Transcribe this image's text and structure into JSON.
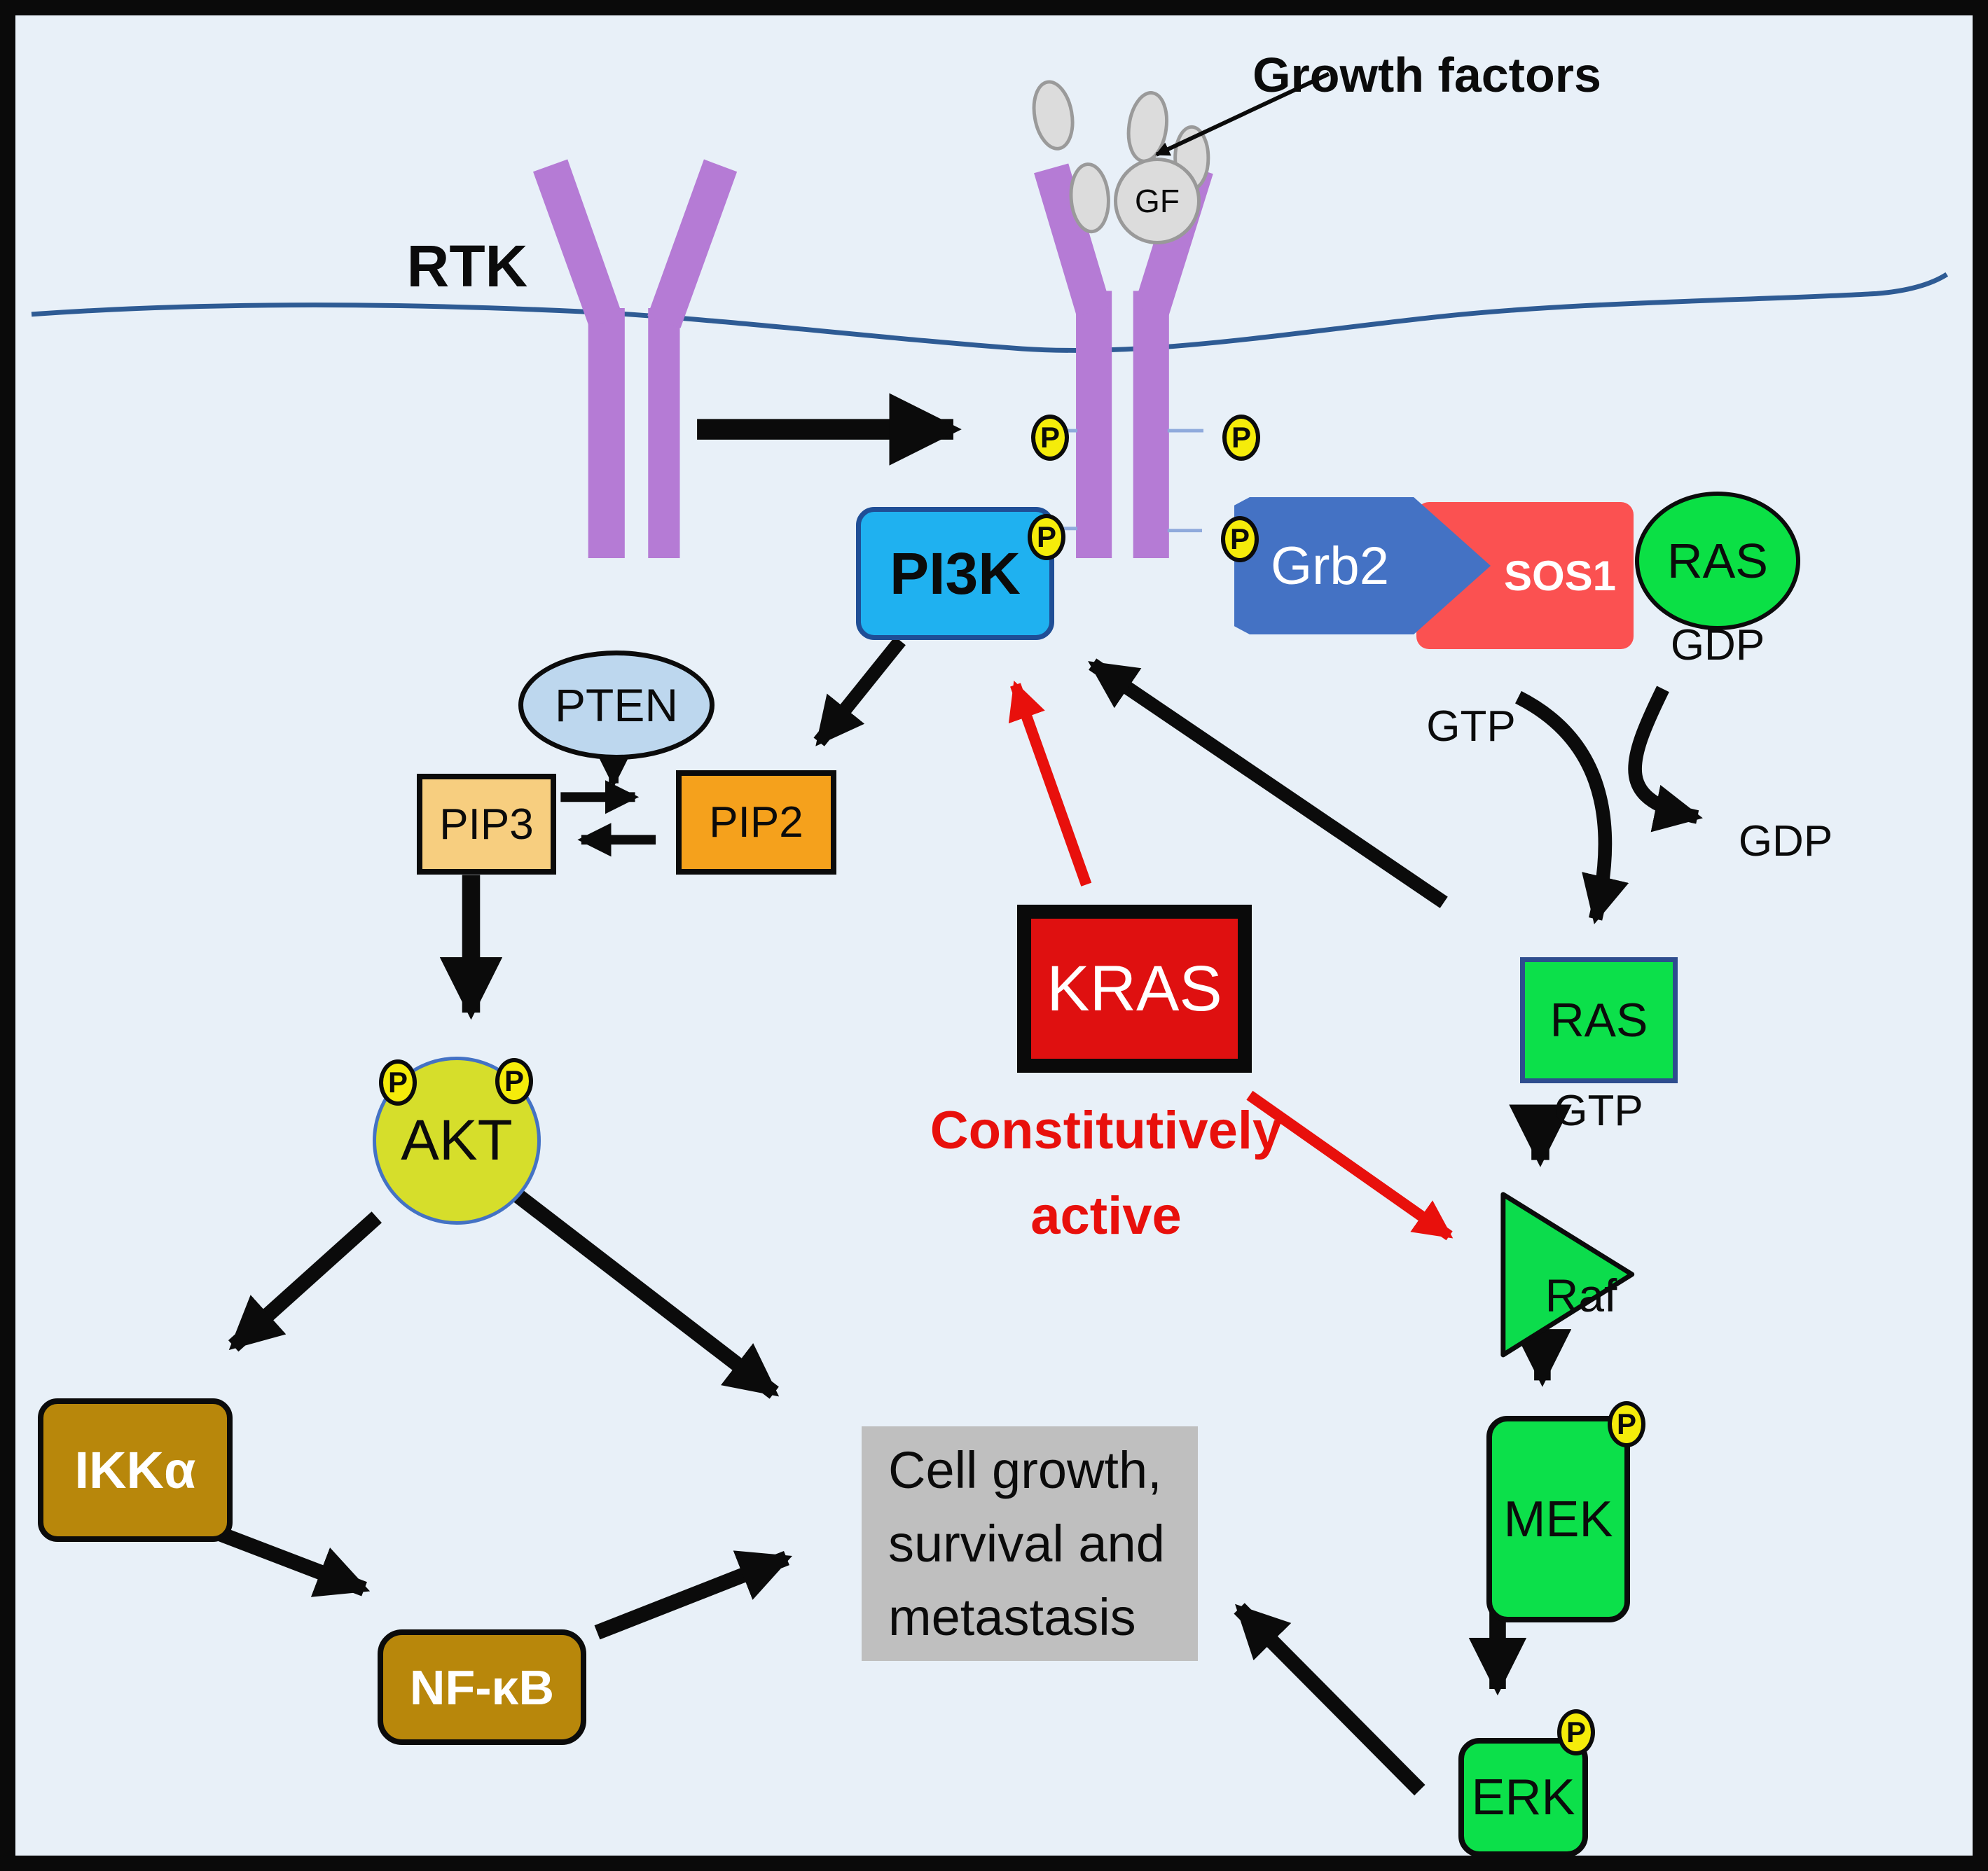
{
  "labels": {
    "growth_factors": "Growth factors",
    "rtk": "RTK",
    "gf": "GF",
    "phospho": "P"
  },
  "nodes": {
    "pi3k": "PI3K",
    "grb2": "Grb2",
    "sos1": "SOS1",
    "ras_gdp": "RAS",
    "gdp_top": "GDP",
    "gtp_free": "GTP",
    "gdp_released": "GDP",
    "pten": "PTEN",
    "pip3": "PIP3",
    "pip2": "PIP2",
    "kras": "KRAS",
    "kras_note_line1": "Constitutively",
    "kras_note_line2": "active",
    "ras_gtp": "RAS",
    "gtp_bound": "GTP",
    "raf": "Raf",
    "mek": "MEK",
    "erk": "ERK",
    "akt": "AKT",
    "ikka": "IKKα",
    "nfkb": "NF-κB",
    "outcome_line1": "Cell growth,",
    "outcome_line2": "survival and",
    "outcome_line3": "metastasis"
  },
  "colors": {
    "bg": "#e8f0f8",
    "membrane": "#2e5b94",
    "purple": "#b57bd5",
    "blue": "#1fb1f0",
    "royal": "#4472c4",
    "coral": "#fb5151",
    "green": "#0be045",
    "green2": "#0ce04a",
    "rafgreen": "#0cdc4c",
    "ltblue": "#bdd7ee",
    "tan": "#f7ce7f",
    "orange": "#f5a11c",
    "krasred": "#df1010",
    "red": "#e8100c",
    "yellow": "#f5ec0a",
    "gold": "#b8870b",
    "chartreuse": "#d6de2b",
    "gray": "#bfbfbf",
    "black": "#0b0b0b"
  }
}
